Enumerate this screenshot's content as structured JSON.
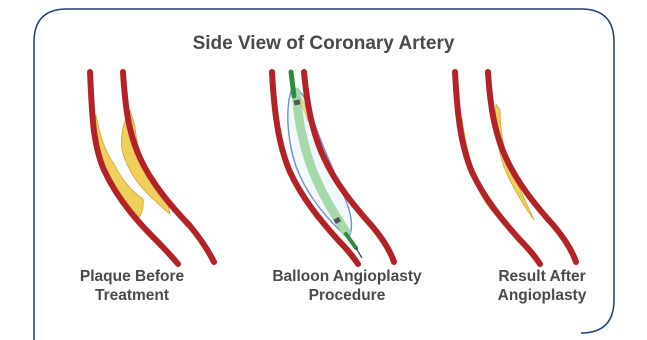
{
  "title": "Side View of Coronary Artery",
  "panels": [
    {
      "caption_line1": "Plaque Before",
      "caption_line2": "Treatment"
    },
    {
      "caption_line1": "Balloon Angioplasty",
      "caption_line2": "Procedure"
    },
    {
      "caption_line1": "Result After",
      "caption_line2": "Angioplasty"
    }
  ],
  "colors": {
    "frame": "#1f3f7a",
    "artery_wall": "#b22227",
    "plaque": "#f0d05a",
    "balloon_outline": "#6b8fd6",
    "balloon_core": "#a6d9a9",
    "catheter": "#2e8b3e",
    "marker": "#555555"
  }
}
